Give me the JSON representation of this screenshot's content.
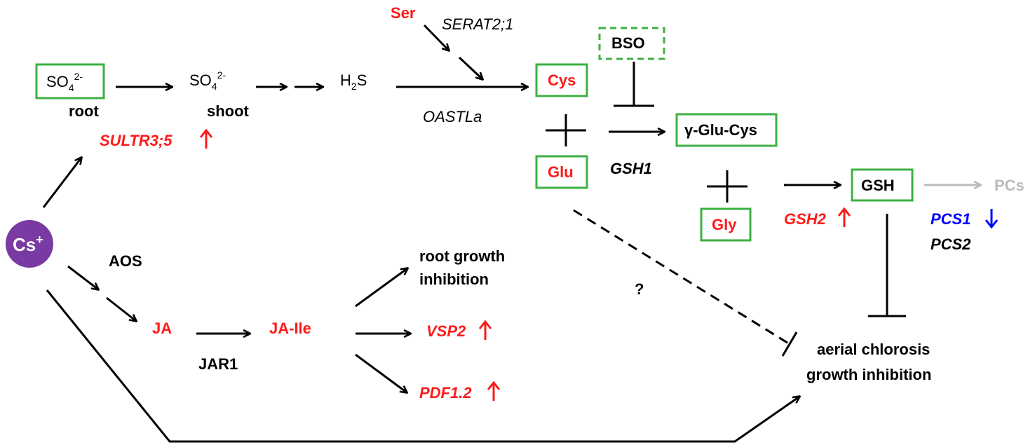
{
  "colors": {
    "highlight_red": "#ff1a1a",
    "box_green": "#3cb043",
    "cs_purple": "#7a3aa3",
    "down_blue": "#0000ff",
    "pcs_gray": "#bbbbbb"
  },
  "nodes": {
    "cs_ion": "Cs",
    "cs_charge": "+",
    "so4_root_base": "SO",
    "so4_sub": "4",
    "so4_sup": "2-",
    "root_label": "root",
    "so4_shoot_base": "SO",
    "shoot_label": "shoot",
    "h2s_h": "H",
    "h2s_sub": "2",
    "h2s_s": "S",
    "ser": "Ser",
    "serat": "SERAT2;1",
    "oastla": "OASTLa",
    "sultr": "SULTR3;5",
    "bso": "BSO",
    "cys": "Cys",
    "glu": "Glu",
    "gamma_glu_cys": "γ-Glu-Cys",
    "gsh1": "GSH1",
    "gly": "Gly",
    "gsh": "GSH",
    "gsh2": "GSH2",
    "pcs": "PCs",
    "pcs1": "PCS1",
    "pcs2": "PCS2",
    "aos": "AOS",
    "ja": "JA",
    "jar1": "JAR1",
    "ja_ile": "JA-Ile",
    "root_growth_line1": "root growth",
    "root_growth_line2": "inhibition",
    "vsp2": "VSP2",
    "pdf12": "PDF1.2",
    "question": "?",
    "aerial_line1": "aerial chlorosis",
    "aerial_line2": "growth inhibition"
  }
}
